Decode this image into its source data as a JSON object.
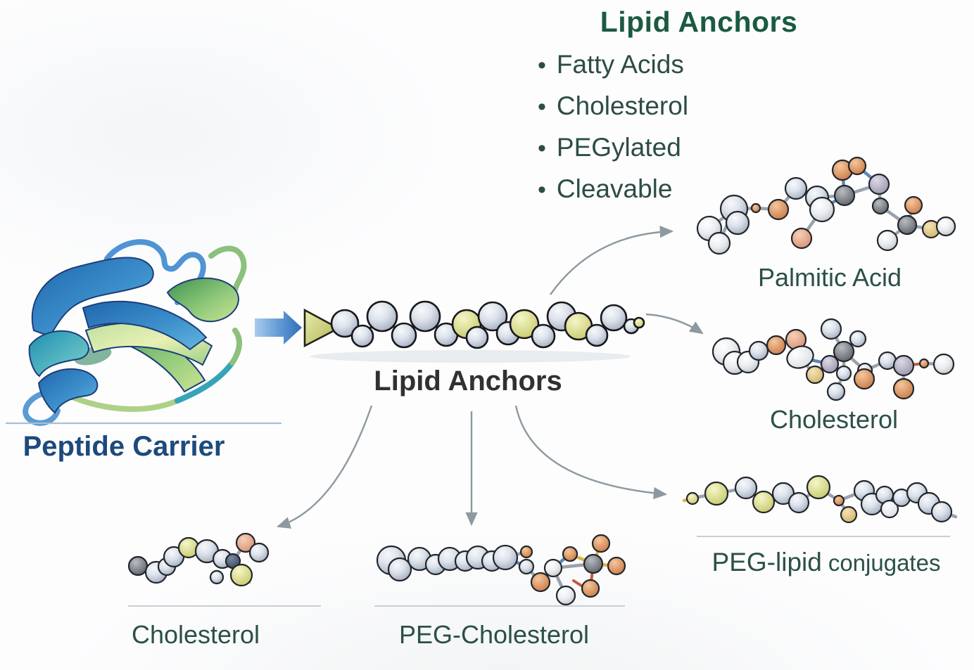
{
  "colors": {
    "title_green": "#1a5a41",
    "bullet_green": "#2d4c46",
    "label_green": "#2b5047",
    "peptide_blue": "#1d4a7d",
    "chain_gray": "#2f3133",
    "arrow_gray": "#8d999f",
    "accent_blue": "#3d7cc2"
  },
  "legend": {
    "title": "Lipid Anchors",
    "bullet": "•",
    "items": [
      "Fatty Acids",
      "Cholesterol",
      "PEGylated",
      "Cleavable"
    ]
  },
  "peptide_carrier": {
    "label": "Peptide Carrier"
  },
  "lipid_anchor_chain": {
    "label": "Lipid Anchors"
  },
  "molecules": {
    "palmitic_acid": {
      "label": "Palmitic Acid"
    },
    "cholesterol_right": {
      "label": "Cholesterol"
    },
    "peg_lipid_conjugates": {
      "label_main": "PEG-lipid",
      "label_sub": "conjugates"
    },
    "cholesterol_left": {
      "label": "Cholesterol"
    },
    "peg_cholesterol": {
      "label": "PEG-Cholesterol"
    }
  }
}
